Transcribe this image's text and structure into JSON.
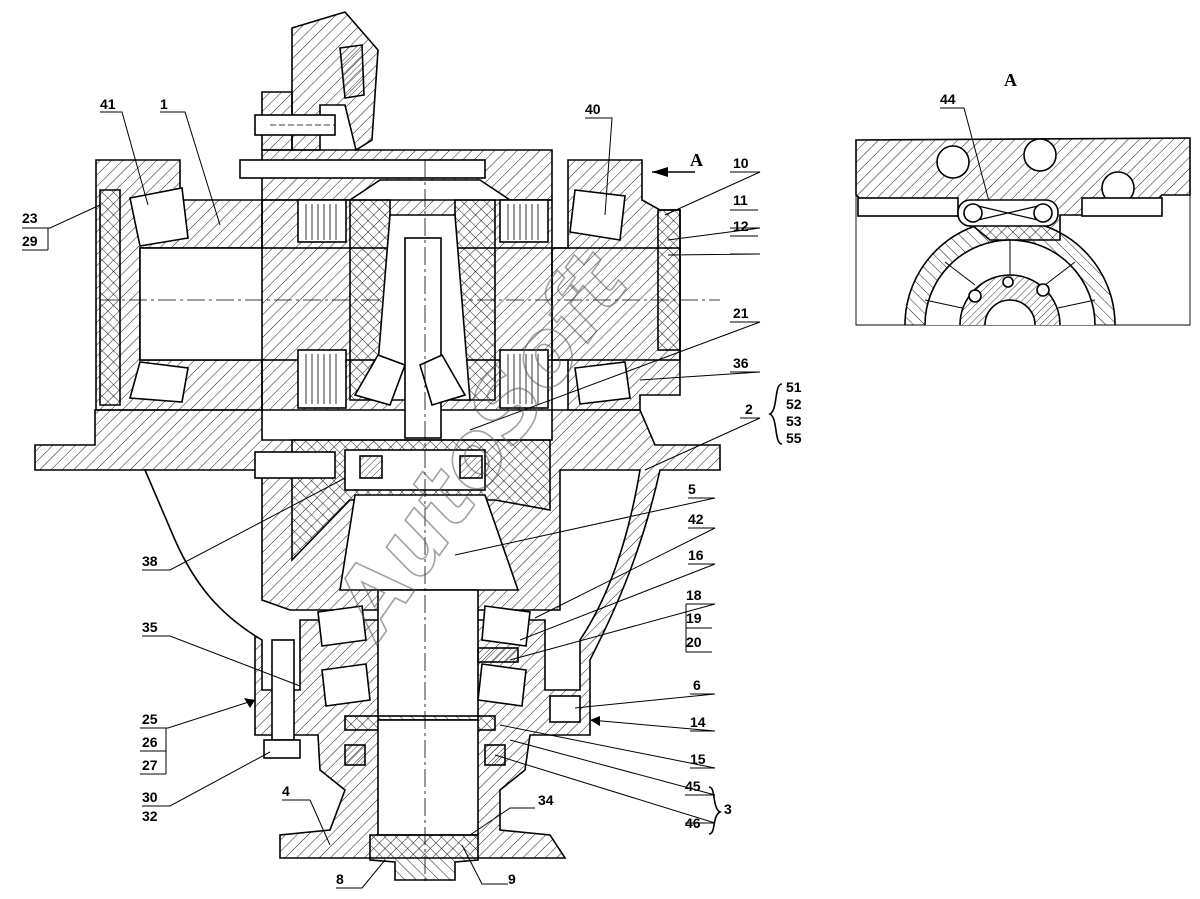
{
  "view_label": "A",
  "watermark": "AutoSoft",
  "callouts": {
    "c1": "1",
    "c2": "2",
    "c3": "3",
    "c4": "4",
    "c5": "5",
    "c6": "6",
    "c8": "8",
    "c9": "9",
    "c10": "10",
    "c11": "11",
    "c12": "12",
    "c14": "14",
    "c15": "15",
    "c16": "16",
    "c18": "18",
    "c19": "19",
    "c20": "20",
    "c21": "21",
    "c23": "23",
    "c25": "25",
    "c26": "26",
    "c27": "27",
    "c29": "29",
    "c30": "30",
    "c32": "32",
    "c34": "34",
    "c35": "35",
    "c36": "36",
    "c38": "38",
    "c40": "40",
    "c41": "41",
    "c42": "42",
    "c44": "44",
    "c45": "45",
    "c46": "46",
    "c51": "51",
    "c52": "52",
    "c53": "53",
    "c55": "55"
  },
  "colors": {
    "line": "#000000",
    "hatch": "#000000",
    "watermark": "#555555"
  }
}
